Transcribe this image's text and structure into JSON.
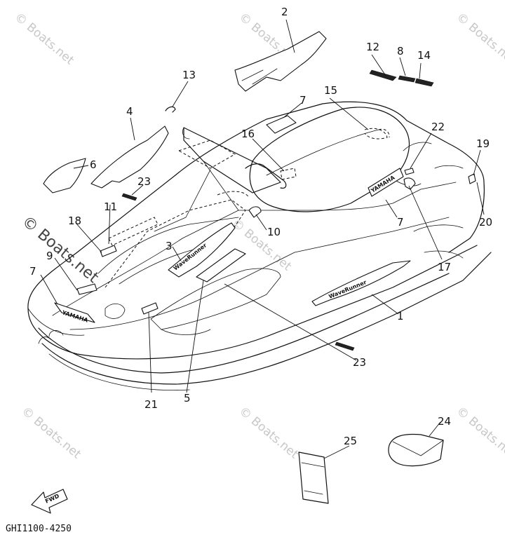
{
  "diagram_code": "GHI1100-4250",
  "watermark": "© Boats.net",
  "fwd_label": "FWD",
  "decal_brand": "YAMAHA",
  "decal_model": "WaveRunner",
  "callouts": [
    "1",
    "2",
    "3",
    "4",
    "5",
    "6",
    "7",
    "8",
    "9",
    "10",
    "11",
    "12",
    "13",
    "14",
    "15",
    "16",
    "17",
    "18",
    "19",
    "20",
    "21",
    "22",
    "23",
    "24",
    "25"
  ]
}
